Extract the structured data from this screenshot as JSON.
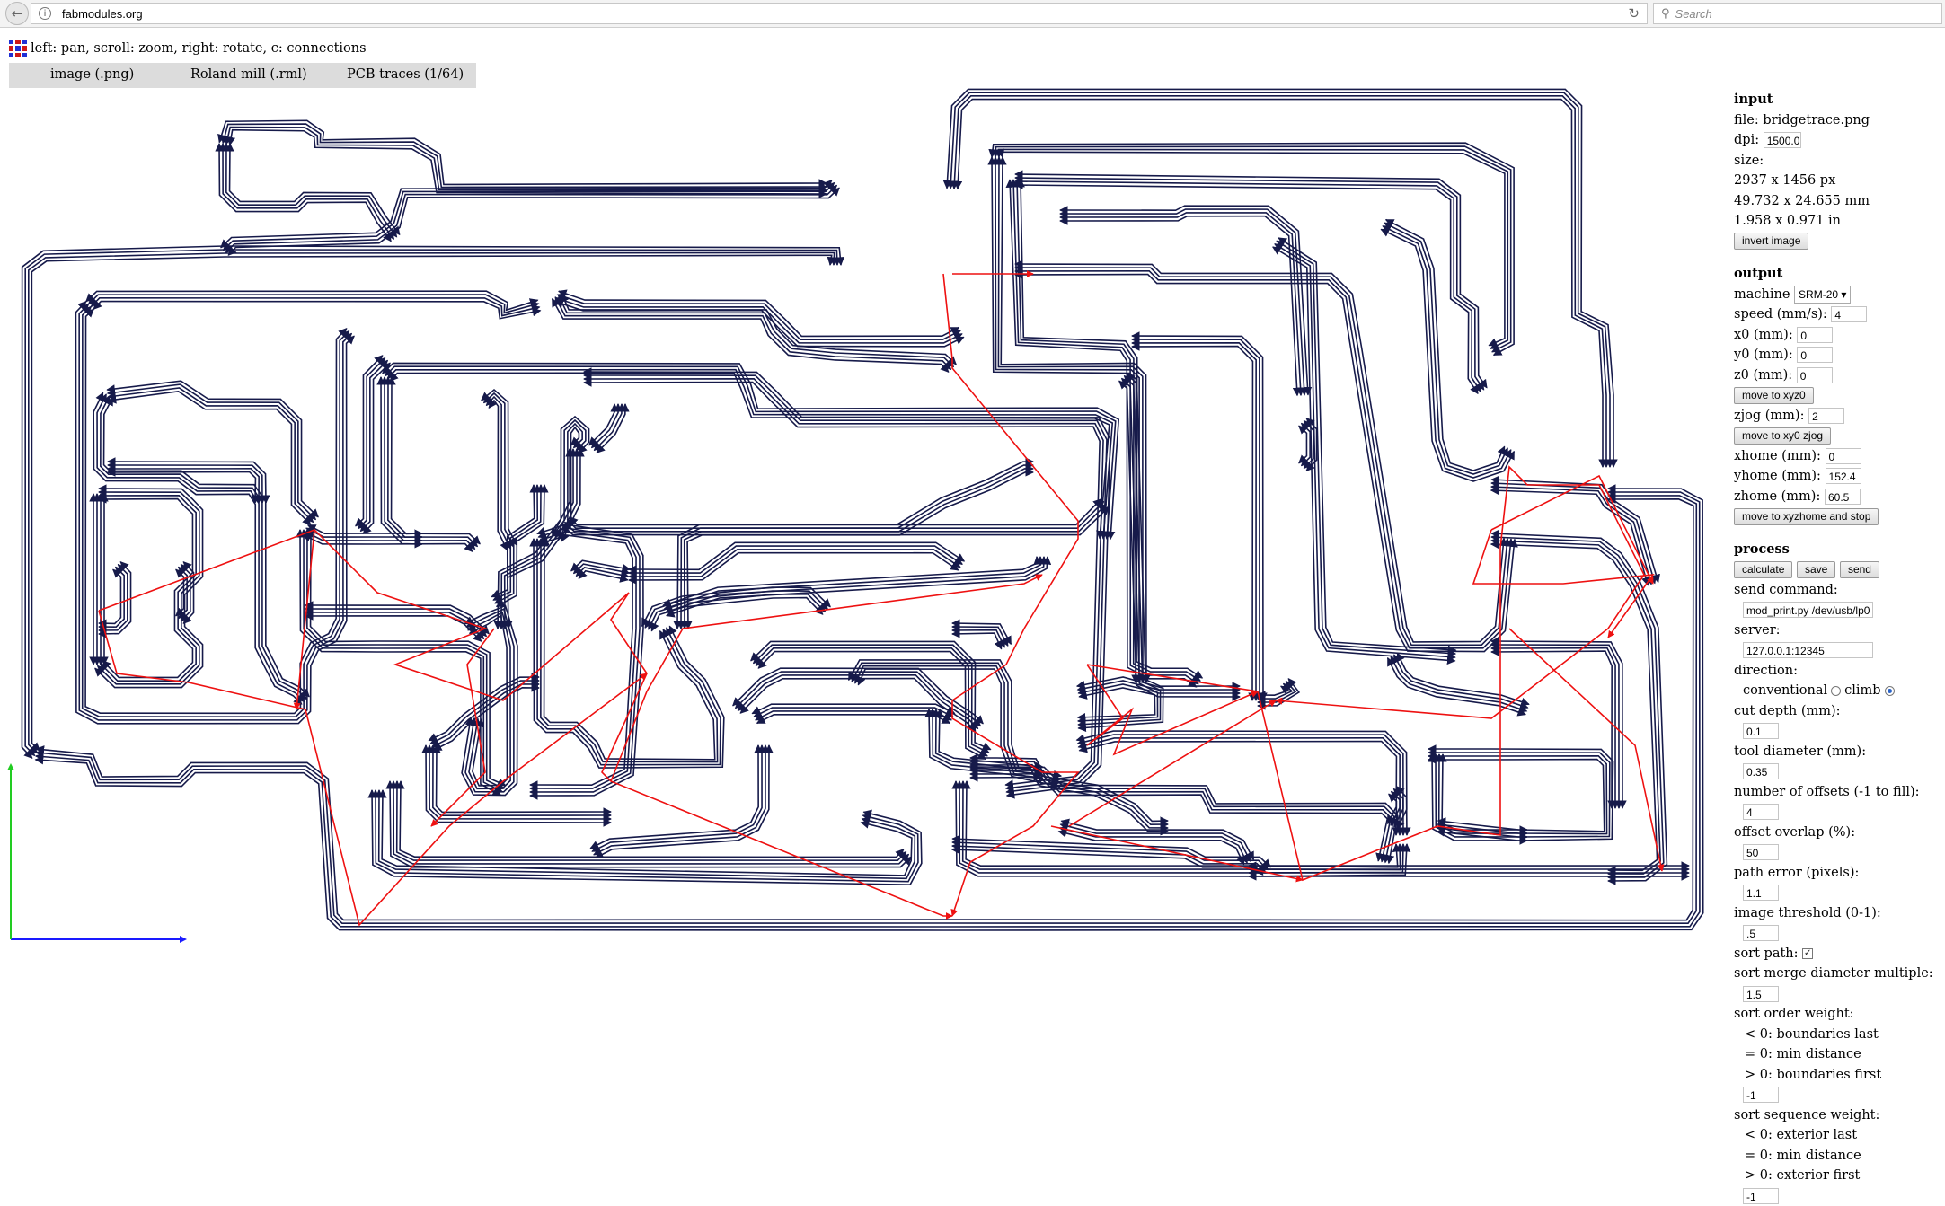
{
  "browser": {
    "url": "fabmodules.org",
    "search_placeholder": "Search"
  },
  "hint": "left: pan, scroll: zoom, right: rotate, c: connections",
  "tabs": [
    "image (.png)",
    "Roland mill (.rml)",
    "PCB traces (1/64)"
  ],
  "input": {
    "heading": "input",
    "file_label": "file: bridgetrace.png",
    "dpi_label": "dpi:",
    "dpi_value": "1500.0",
    "size_label": "size:",
    "size_px": "2937 x 1456 px",
    "size_mm": "49.732 x 24.655 mm",
    "size_in": "1.958 x 0.971 in",
    "invert_button": "invert image"
  },
  "output": {
    "heading": "output",
    "machine_label": "machine",
    "machine_value": "SRM-20",
    "speed_label": "speed (mm/s):",
    "speed_value": "4",
    "x0_label": "x0 (mm):",
    "x0_value": "0",
    "y0_label": "y0 (mm):",
    "y0_value": "0",
    "z0_label": "z0 (mm):",
    "z0_value": "0",
    "move_xyz0": "move to xyz0",
    "zjog_label": "zjog (mm):",
    "zjog_value": "2",
    "move_xy0": "move to xy0 zjog",
    "xhome_label": "xhome (mm):",
    "xhome_value": "0",
    "yhome_label": "yhome (mm):",
    "yhome_value": "152.4",
    "zhome_label": "zhome (mm):",
    "zhome_value": "60.5",
    "move_home": "move to xyzhome and stop"
  },
  "process": {
    "heading": "process",
    "calculate": "calculate",
    "save": "save",
    "send": "send",
    "send_command_label": "send command:",
    "send_command_value": "mod_print.py /dev/usb/lp0",
    "server_label": "server:",
    "server_value": "127.0.0.1:12345",
    "direction_label": "direction:",
    "conventional": "conventional",
    "climb": "climb",
    "cut_depth_label": "cut depth (mm):",
    "cut_depth_value": "0.1",
    "tool_diameter_label": "tool diameter (mm):",
    "tool_diameter_value": "0.35",
    "offsets_label": "number of offsets (-1 to fill):",
    "offsets_value": "4",
    "overlap_label": "offset overlap (%):",
    "overlap_value": "50",
    "path_error_label": "path error (pixels):",
    "path_error_value": "1.1",
    "threshold_label": "image threshold (0-1):",
    "threshold_value": ".5",
    "sort_path_label": "sort path:",
    "merge_label": "sort merge diameter multiple:",
    "merge_value": "1.5",
    "order_weight_label": "sort order weight:",
    "order_lines": [
      "< 0: boundaries last",
      "= 0: min distance",
      "> 0: boundaries first"
    ],
    "order_value": "-1",
    "sequence_weight_label": "sort sequence weight:",
    "sequence_lines": [
      "< 0: exterior last",
      "= 0: min distance",
      "> 0: exterior first"
    ],
    "sequence_value": "-1"
  },
  "colors": {
    "trace": "#161a4a",
    "connection": "#ee1111",
    "axis_x": "#1a1aff",
    "axis_y": "#22cc22"
  }
}
